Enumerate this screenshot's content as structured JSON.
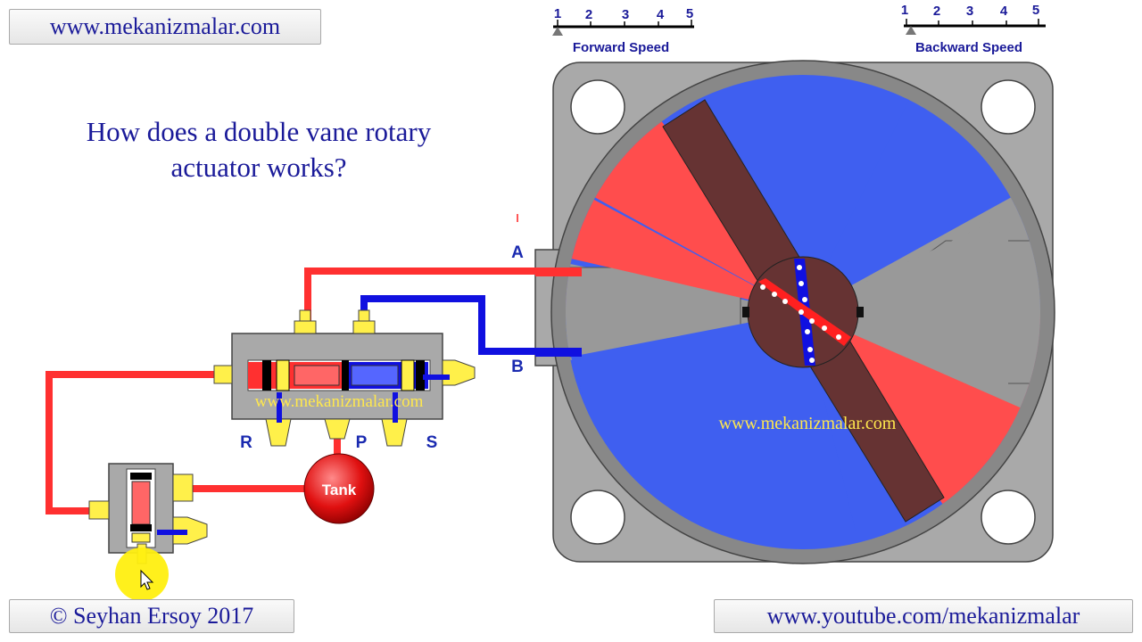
{
  "header": {
    "site_link": "www.mekanizmalar.com"
  },
  "title": {
    "line1": "How does a double vane rotary",
    "line2": "actuator works?"
  },
  "footer": {
    "copyright": "© Seyhan Ersoy 2017",
    "youtube_link": "www.youtube.com/mekanizmalar"
  },
  "forward_speed": {
    "label": "Forward Speed",
    "ticks": [
      "1",
      "2",
      "3",
      "4",
      "5"
    ],
    "value": 1
  },
  "backward_speed": {
    "label": "Backward Speed",
    "ticks": [
      "1",
      "2",
      "3",
      "4",
      "5"
    ],
    "value": 1
  },
  "ports": {
    "a": "A",
    "b": "B",
    "r": "R",
    "p": "P",
    "s": "S"
  },
  "tank": {
    "label": "Tank"
  },
  "watermarks": {
    "valve": "www.mekanizmalar.com",
    "actuator": "www.mekanizmalar.com"
  },
  "colors": {
    "pressure": "#ff3030",
    "return": "#1010e0",
    "chamber_red": "#ff4d4d",
    "chamber_blue": "#3f5ff0",
    "vane": "#663333",
    "housing": "#a9a9a9",
    "fitting": "#fff04a",
    "text_blue": "#1a1a99"
  }
}
